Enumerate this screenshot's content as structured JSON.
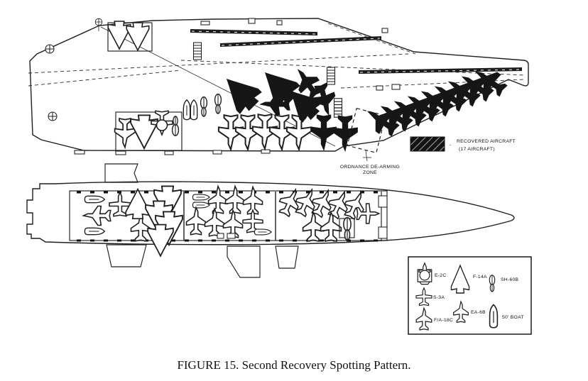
{
  "figure": {
    "caption": "FIGURE 15. Second Recovery Spotting Pattern."
  },
  "flight_deck": {
    "ordnance_zone_label_line1": "ORDNANCE DE-ARMING",
    "ordnance_zone_label_line2": "ZONE",
    "recovered_legend": {
      "dash": "-",
      "line1": "RECOVERED AIRCRAFT",
      "line2": "(17 AIRCRAFT)",
      "count": 17,
      "swatch_style": "black-diagonal-hatch"
    }
  },
  "legend": {
    "items": [
      {
        "label": "E-2C",
        "icon": "e2c-aircraft-icon"
      },
      {
        "label": "F-14A",
        "icon": "f14a-aircraft-icon"
      },
      {
        "label": "SH-60B",
        "icon": "sh60b-helicopter-icon"
      },
      {
        "label": "S-3A",
        "icon": "s3a-aircraft-icon"
      },
      {
        "label": "EA-6B",
        "icon": "ea6b-aircraft-icon"
      },
      {
        "label": "F/A-18C",
        "icon": "fa18c-aircraft-icon"
      },
      {
        "label": "50' BOAT",
        "icon": "fifty-foot-boat-icon"
      }
    ]
  },
  "colors": {
    "ink": "#1f1f1f",
    "recovered_fill": "#161616",
    "background": "#ffffff"
  }
}
